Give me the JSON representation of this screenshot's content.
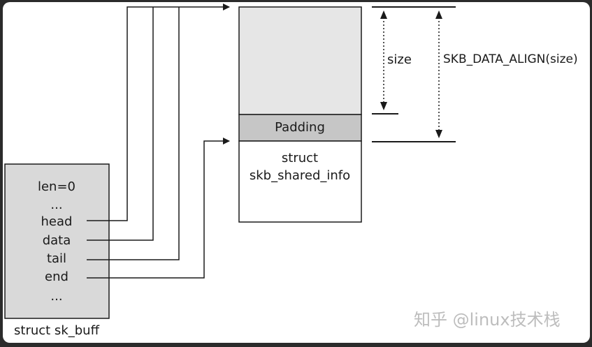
{
  "sk_buff": {
    "fields": [
      "len=0",
      "...",
      "head",
      "data",
      "tail",
      "end",
      "..."
    ],
    "caption": "struct sk_buff"
  },
  "buffer": {
    "padding_label": "Padding",
    "shared_info_line1": "struct",
    "shared_info_line2": "skb_shared_info"
  },
  "dimensions": {
    "size_label": "size",
    "aligned_label": "SKB_DATA_ALIGN(size)"
  },
  "watermark": "知乎 @linux技术栈",
  "colors": {
    "box_fill": "#d9d9d9",
    "box_fill_dark": "#c6c6c6",
    "line": "#1a1a1a",
    "background": "#2b2b2b"
  }
}
